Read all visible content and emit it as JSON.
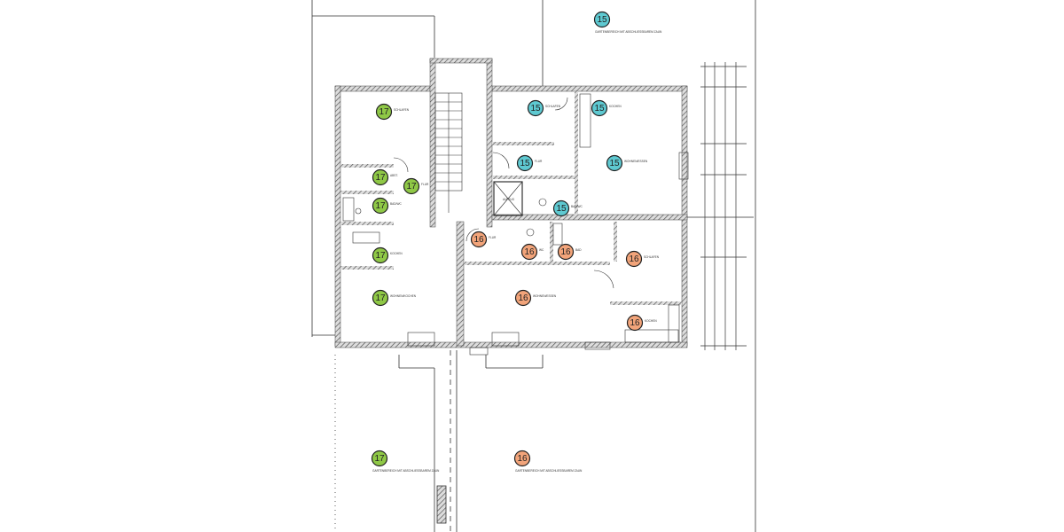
{
  "colors": {
    "unit_15": "#5ec9d1",
    "unit_16": "#f2a47a",
    "unit_17": "#8fc846",
    "wall": "#555555",
    "line": "#333333"
  },
  "units": {
    "u15": "15",
    "u16": "16",
    "u17": "17"
  },
  "rooms": [
    {
      "unit": "17",
      "name": "SCHLAFEN",
      "kind": "room"
    },
    {
      "unit": "17",
      "name": "ABST.",
      "kind": "room"
    },
    {
      "unit": "17",
      "name": "FLUR",
      "kind": "room"
    },
    {
      "unit": "17",
      "name": "BAD/WC",
      "kind": "room"
    },
    {
      "unit": "17",
      "name": "KOCHEN",
      "kind": "room"
    },
    {
      "unit": "17",
      "name": "WOHNEN/KOCHEN",
      "kind": "room"
    },
    {
      "unit": "17",
      "name": "GARTENBEREICH MIT ABSCHLIESSBAREM ZAUN",
      "kind": "garden"
    },
    {
      "unit": "15",
      "name": "GARTENBEREICH MIT ABSCHLIESSBAREM ZAUN",
      "kind": "garden"
    },
    {
      "unit": "15",
      "name": "SCHLAFEN",
      "kind": "room"
    },
    {
      "unit": "15",
      "name": "KOCHEN",
      "kind": "room"
    },
    {
      "unit": "15",
      "name": "FLUR",
      "kind": "room"
    },
    {
      "unit": "15",
      "name": "WOHNEN/ESSEN",
      "kind": "room"
    },
    {
      "unit": "15",
      "name": "BAD/WC",
      "kind": "room"
    },
    {
      "unit": "16",
      "name": "FLUR",
      "kind": "room"
    },
    {
      "unit": "16",
      "name": "WC",
      "kind": "room"
    },
    {
      "unit": "16",
      "name": "BAD",
      "kind": "room"
    },
    {
      "unit": "16",
      "name": "SCHLAFEN",
      "kind": "room"
    },
    {
      "unit": "16",
      "name": "WOHNEN/ESSEN",
      "kind": "room"
    },
    {
      "unit": "16",
      "name": "KOCHEN",
      "kind": "room"
    },
    {
      "unit": "16",
      "name": "GARTENBEREICH MIT ABSCHLIESSBAREM ZAUN",
      "kind": "garden"
    }
  ],
  "lift_label": "AUFZUG"
}
